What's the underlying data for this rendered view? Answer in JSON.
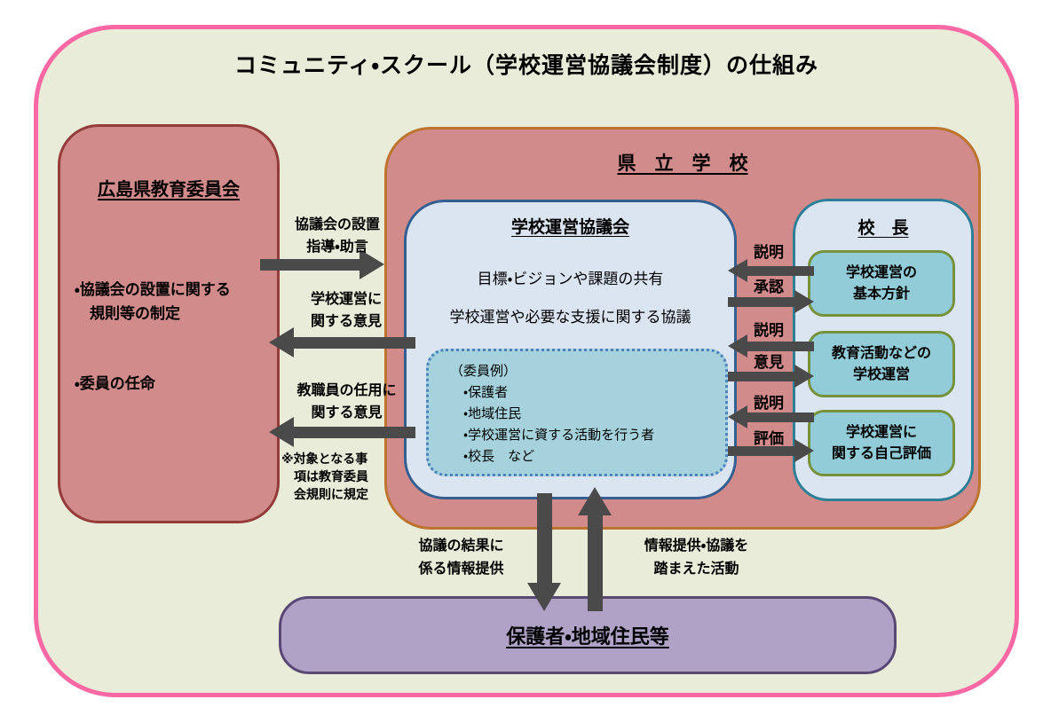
{
  "title": "コミュニティ・スクール（学校運営協議会制度）の仕組み",
  "board": {
    "title": "広島県教育委員会",
    "items": [
      "・協議会の設置に関する\n　規則等の制定",
      "・委員の任命"
    ]
  },
  "school": {
    "title": "県　立　学　校",
    "council": {
      "title": "学校運営協議会",
      "lines": [
        "目標・ビジョンや課題の共有",
        "学校運営や必要な支援に関する協議"
      ],
      "members": {
        "heading": "（委員例）",
        "items": [
          "・保護者",
          "・地域住民",
          "・学校運営に資する活動を行う者",
          "・校長　など"
        ]
      }
    },
    "principal": {
      "title": "校　長",
      "boxes": [
        "学校運営の\n基本方針",
        "教育活動などの\n学校運営",
        "学校運営に\n関する自己評価"
      ]
    }
  },
  "residents": {
    "title": "保護者・地域住民等"
  },
  "board_school_arrows": [
    {
      "label": "協議会の設置\n指導・助言",
      "direction": "right"
    },
    {
      "label": "学校運営に\n関する意見",
      "direction": "left"
    },
    {
      "label": "教職員の任用に\n関する意見",
      "direction": "left"
    }
  ],
  "note": "※対象となる事\n　項は教育委員\n　会規則に規定",
  "council_principal_arrows": [
    {
      "to_council_label": "説明",
      "to_principal_label": "承認"
    },
    {
      "to_council_label": "説明",
      "to_principal_label": "意見"
    },
    {
      "to_council_label": "説明",
      "to_principal_label": "評価"
    }
  ],
  "school_residents_arrows": {
    "down_label": "協議の結果に\n係る情報提供",
    "up_label": "情報提供・協議を\n踏まえた活動"
  },
  "colors": {
    "frame_border": "#f768a4",
    "frame_fill": "#e9ecd8",
    "rose_fill": "#d18b8b",
    "board_border": "#943c39",
    "school_border": "#bc742f",
    "council_fill": "#dbe4f1",
    "council_border": "#365f91",
    "members_fill": "#a5d2dc",
    "members_border": "#4e82bd",
    "principal_border": "#2d7f96",
    "subbox_fill": "#93ccd9",
    "subbox_border": "#76923d",
    "residents_fill": "#b0a1c7",
    "residents_border": "#5a4874",
    "arrow": "#4a4a4a"
  }
}
